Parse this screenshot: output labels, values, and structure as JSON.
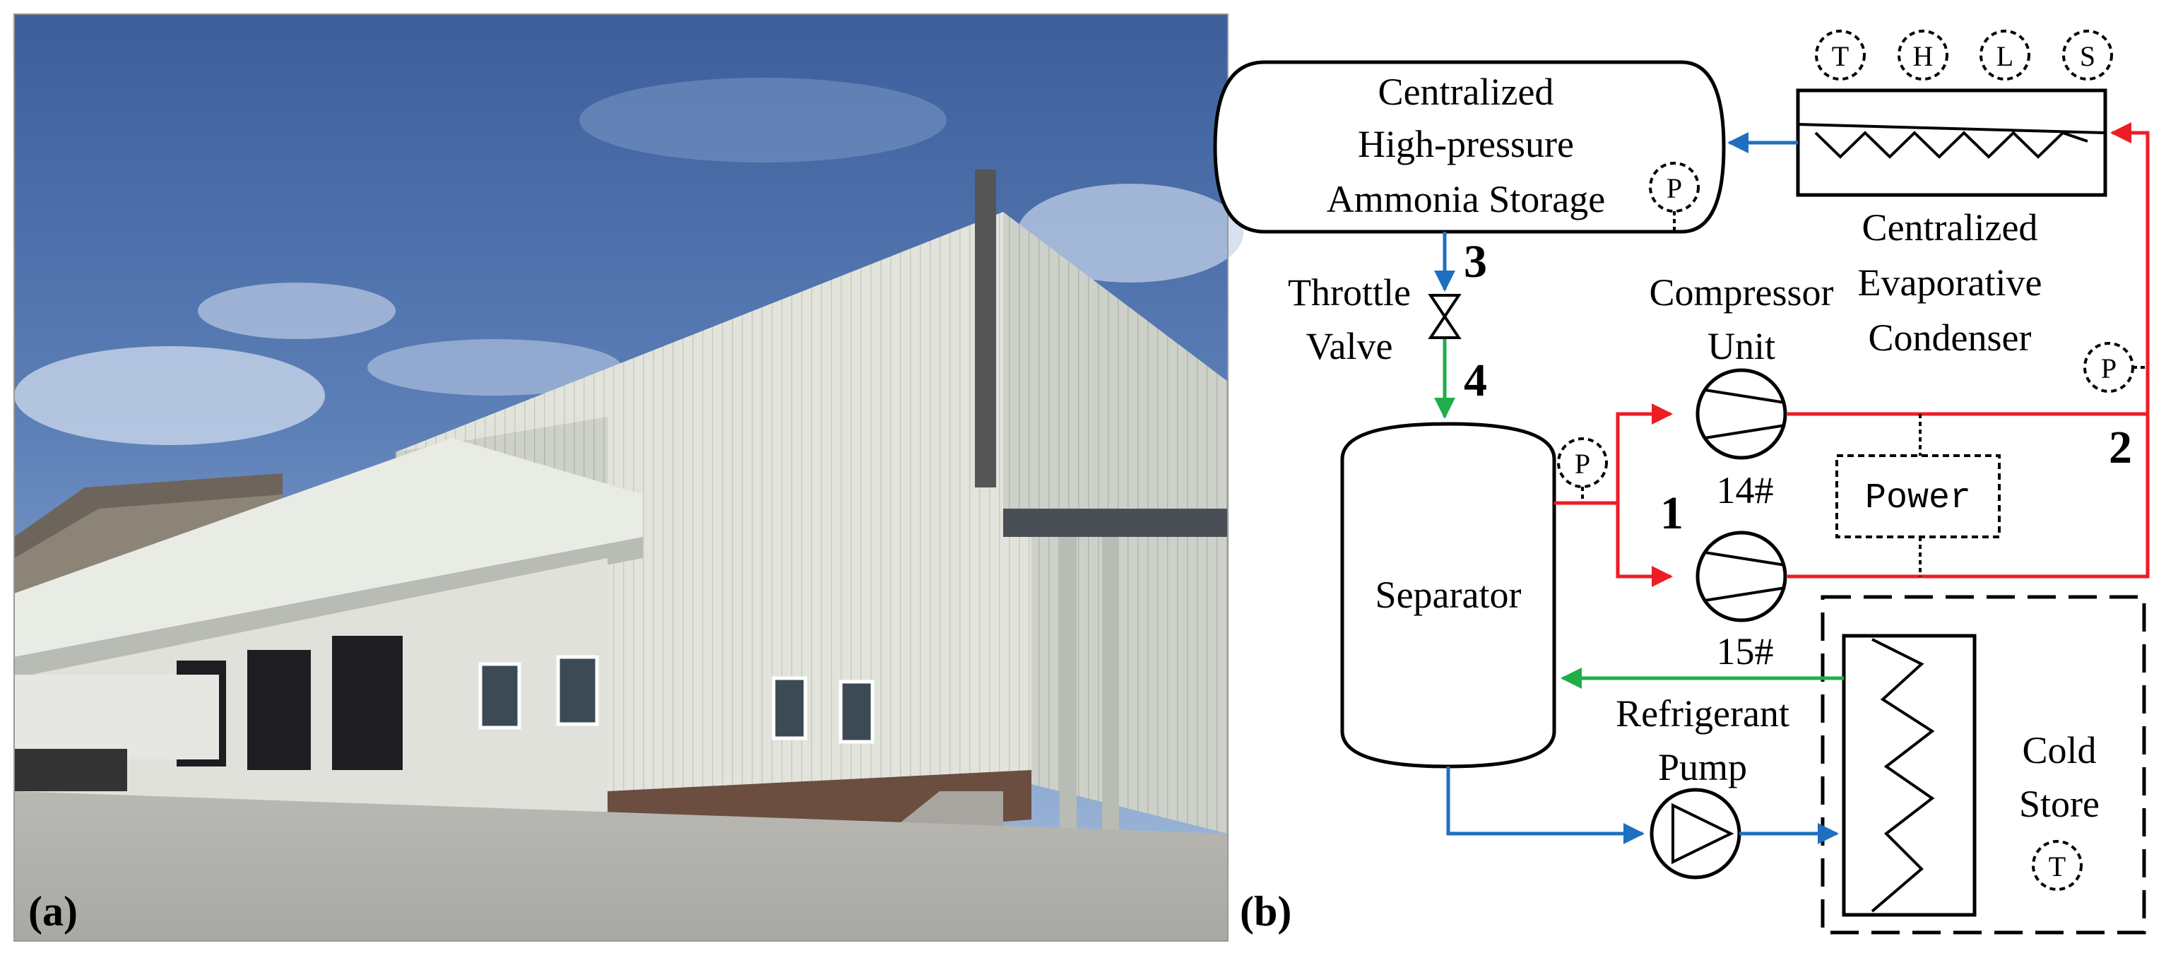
{
  "panel_a": {
    "label": "(a)"
  },
  "panel_b": {
    "label": "(b)"
  },
  "storage": {
    "line1": "Centralized",
    "line2": "High-pressure",
    "line3": "Ammonia Storage",
    "sensor": "P"
  },
  "condenser": {
    "sensors": [
      "T",
      "H",
      "L",
      "S"
    ],
    "line1": "Centralized",
    "line2": "Evaporative",
    "line3": "Condenser",
    "pressure_sensor": "P"
  },
  "throttle": {
    "line1": "Throttle",
    "line2": "Valve"
  },
  "compressor": {
    "line1": "Compressor",
    "line2": "Unit",
    "unit_a": "14#",
    "unit_b": "15#"
  },
  "separator": {
    "label": "Separator",
    "sensor": "P"
  },
  "power": {
    "label": "Power"
  },
  "pump": {
    "line1": "Refrigerant",
    "line2": "Pump"
  },
  "cold_store": {
    "line1": "Cold",
    "line2": "Store",
    "sensor": "T"
  },
  "state_points": {
    "p1": "1",
    "p2": "2",
    "p3": "3",
    "p4": "4"
  },
  "colors": {
    "red": "#ee1c25",
    "blue": "#1f6fc0",
    "green": "#1fae4a"
  }
}
